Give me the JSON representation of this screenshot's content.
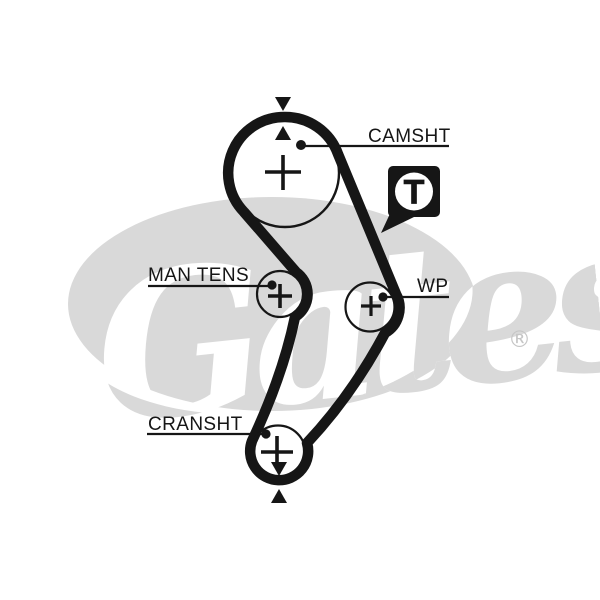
{
  "watermark": {
    "brand": "Gates",
    "registered_mark": "®"
  },
  "labels": {
    "camshaft": "CAMSHT",
    "manual_tensioner": "MAN TENS",
    "water_pump": "WP",
    "crankshaft": "CRANSHT"
  },
  "badge": {
    "tensioner_letter": "T"
  },
  "colors": {
    "ink": "#161616",
    "watermark_gray": "#d9d9d9",
    "registered_gray": "#c6c6c6",
    "background": "#ffffff"
  }
}
